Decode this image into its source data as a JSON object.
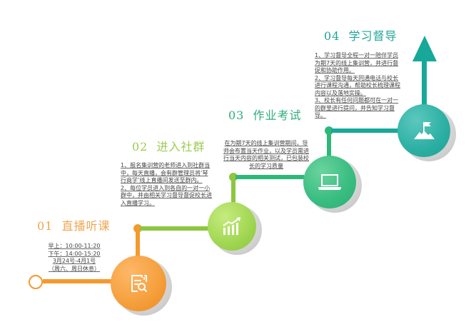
{
  "colors": {
    "orange": "#F39A2E",
    "lime": "#8DC63F",
    "green": "#2DB87A",
    "teal": "#17A89A"
  },
  "steps": [
    {
      "number": "01",
      "title": "直播听课",
      "lines": [
        "早上：10:00-11:20",
        "下午：14:00-15:20",
        "3月24号-4月1号",
        "（周六、周日休息）"
      ],
      "icon": "document-search-icon"
    },
    {
      "number": "02",
      "title": "进入社群",
      "lines": [
        "1、报名集训营的老师进入到社群当中，每天直播，会有群管理员将‘琴行商学’线上直播间发送至群内。",
        "2、每位学员进入到各自的一对一小群中，并由相关学习督导督促校长进入直播学习。"
      ],
      "icon": "growth-chart-icon"
    },
    {
      "number": "03",
      "title": "作业考试",
      "lines": [
        "在为期7天的线上集训营期间，导师会布置当天作业，以及学员需进行当天内容的相关测试，已包装校长的学习质量"
      ],
      "icon": "laptop-icon"
    },
    {
      "number": "04",
      "title": "学习督导",
      "lines": [
        "1、学习督导全程一对一陪伴学员为期7天的线上集训营，并进行督促和协助作用。",
        "2、学习督导每天同通电话与校长进行课程沟通，帮助校长梳理课程内容以及落地实操。",
        "3、校长有任何问题都可在一对一的群里进行提问，并告知学习督导。"
      ],
      "icon": "mountain-flag-icon"
    }
  ]
}
